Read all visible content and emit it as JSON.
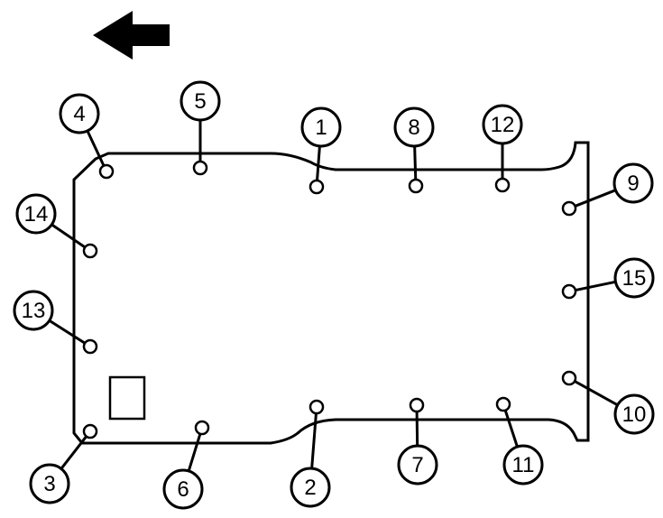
{
  "diagram": {
    "direction_arrow": {
      "icon": "left-arrow-icon"
    },
    "bolts": [
      {
        "label": "1"
      },
      {
        "label": "2"
      },
      {
        "label": "3"
      },
      {
        "label": "4"
      },
      {
        "label": "5"
      },
      {
        "label": "6"
      },
      {
        "label": "7"
      },
      {
        "label": "8"
      },
      {
        "label": "9"
      },
      {
        "label": "10"
      },
      {
        "label": "11"
      },
      {
        "label": "12"
      },
      {
        "label": "13"
      },
      {
        "label": "14"
      },
      {
        "label": "15"
      }
    ],
    "colors": {
      "line": "#000000",
      "background": "#ffffff"
    }
  }
}
